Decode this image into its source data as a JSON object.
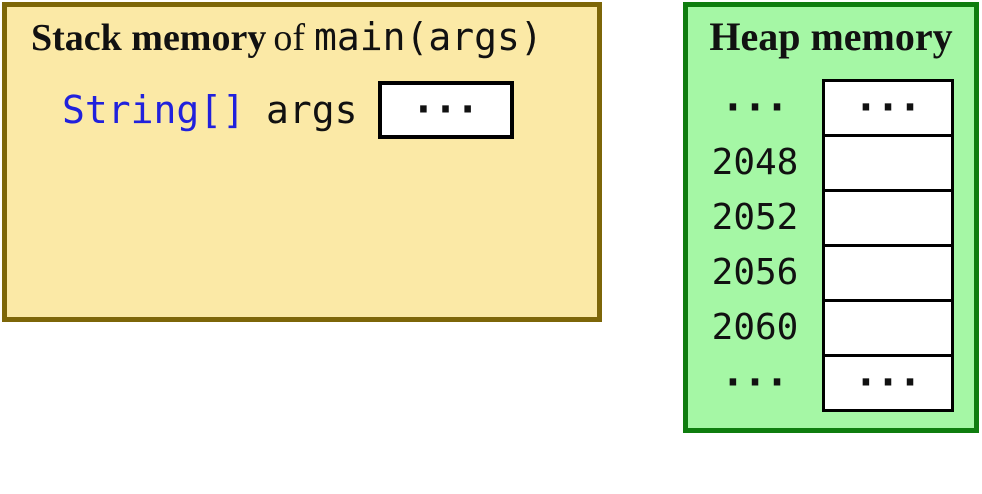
{
  "diagram": {
    "stack": {
      "title_bold": "Stack memory",
      "title_connector": "of",
      "title_code": "main(args)",
      "variable": {
        "type": "String[]",
        "name": "args",
        "value": "···"
      }
    },
    "heap": {
      "title": "Heap memory",
      "rows": [
        {
          "address": "···",
          "value": "···"
        },
        {
          "address": "2048",
          "value": ""
        },
        {
          "address": "2052",
          "value": ""
        },
        {
          "address": "2056",
          "value": ""
        },
        {
          "address": "2060",
          "value": ""
        },
        {
          "address": "···",
          "value": "···"
        }
      ]
    },
    "colors": {
      "stack_fill": "#FBE9A6",
      "stack_border": "#7D6608",
      "heap_fill": "#A5F7A5",
      "heap_border": "#0F7D0F",
      "type_keyword_blue": "#2121DC",
      "cell_fill": "#FFFFFF",
      "cell_border": "#000000",
      "text": "#111111"
    }
  }
}
